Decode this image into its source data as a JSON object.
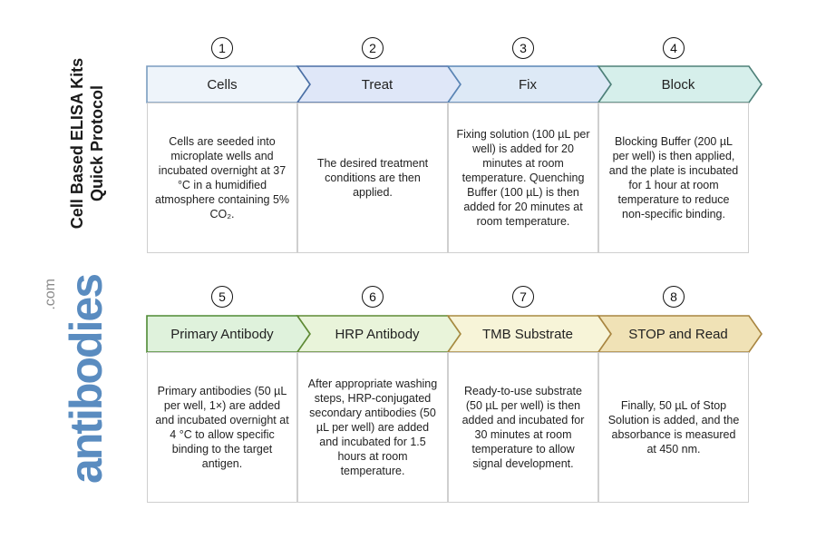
{
  "title": {
    "line1": "Cell Based ELISA Kits",
    "line2": "Quick Protocol"
  },
  "logo": {
    "main": "antibodies",
    "suffix": ".com",
    "color": "#5a8cc0"
  },
  "steps": [
    {
      "number": "1",
      "label": "Cells",
      "fill": "#eef4fa",
      "stroke": "#7a9cc0",
      "text": "Cells are seeded into microplate wells and incubated overnight at 37 °C in a humidified atmosphere containing 5% CO₂."
    },
    {
      "number": "2",
      "label": "Treat",
      "fill": "#dfe7f8",
      "stroke": "#4a6fa5",
      "text": "The desired treatment conditions are then applied."
    },
    {
      "number": "3",
      "label": "Fix",
      "fill": "#dde9f6",
      "stroke": "#5a85b5",
      "text": "Fixing solution (100 µL per well) is added for 20 minutes at room temperature. Quenching Buffer (100 µL) is then added for 20 minutes at room temperature."
    },
    {
      "number": "4",
      "label": "Block",
      "fill": "#d6efeb",
      "stroke": "#4e8078",
      "text": "Blocking Buffer (200 µL per well) is then applied, and the plate is incubated for 1 hour at room temperature to reduce non-specific binding."
    },
    {
      "number": "5",
      "label": "Primary Antibody",
      "fill": "#dff2dc",
      "stroke": "#4f8a34",
      "text": "Primary antibodies (50 µL per well, 1×) are added and incubated overnight at 4 °C to allow specific binding to the target antigen."
    },
    {
      "number": "6",
      "label": "HRP Antibody",
      "fill": "#e9f4da",
      "stroke": "#5f8a34",
      "text": "After appropriate washing steps, HRP-conjugated secondary antibodies (50 µL per well) are added and incubated for 1.5 hours at room temperature."
    },
    {
      "number": "7",
      "label": "TMB Substrate",
      "fill": "#f7f4d8",
      "stroke": "#a88a40",
      "text": "Ready-to-use substrate (50 µL per well) is then added and incubated for 30 minutes at room temperature to allow signal development."
    },
    {
      "number": "8",
      "label": "STOP and Read",
      "fill": "#f0e2b6",
      "stroke": "#a88540",
      "text": "Finally, 50 µL of Stop Solution is added, and the absorbance is measured at 450 nm."
    }
  ]
}
